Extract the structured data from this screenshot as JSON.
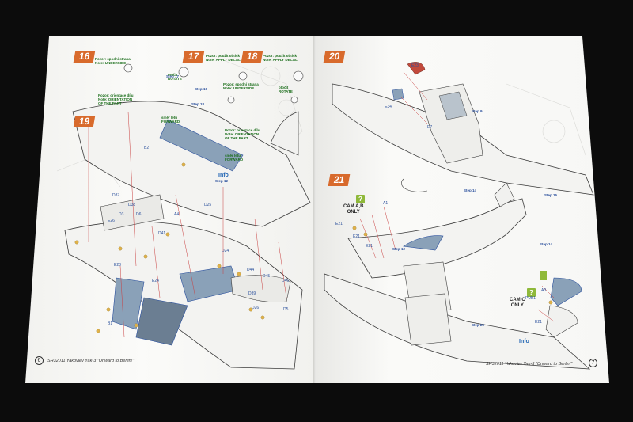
{
  "left_page": {
    "steps": {
      "s16": "16",
      "s17": "17",
      "s18": "18",
      "s19": "19"
    },
    "notes": {
      "upside_16": "Pozor: spodní strana\nNote: UNDERSIDE",
      "decal_17": "Pozor: použít obtisk\nNote: APPLY DECAL",
      "decal_18": "Pozor: použít obtisk\nNote: APPLY DECAL",
      "rotate_17": "otočit\nROTATE",
      "rotate_18": "otočit\nROTATE",
      "underside_17": "Pozor: spodní strana\nNote: UNDERSIDE",
      "orient_a": "Pozor: orientace dílu\nNote: ORIENTATION\nOF THE PART",
      "orient_b": "Pozor: orientace dílu\nNote: ORIENTATION\nOF THE PART",
      "forward_a": "směr letu\nFORWARD",
      "forward_b": "směr letu\nFORWARD"
    },
    "step_refs": {
      "a": "Step 17",
      "b": "Step 16",
      "c": "Step 18",
      "d": "Step 12"
    },
    "info": "Info",
    "parts": [
      "B2",
      "D37",
      "D38",
      "D3",
      "D6",
      "E26",
      "A4",
      "D25",
      "D41",
      "D24",
      "E28",
      "E24",
      "D44",
      "D45",
      "D39",
      "D5",
      "D26",
      "D46",
      "B1"
    ],
    "footer": "SH32011  Yakovlev Yak-3 \"Onward to Berlin!\"",
    "page_number": "6"
  },
  "right_page": {
    "steps": {
      "s20": "20",
      "s21": "21"
    },
    "step_refs": {
      "a": "Step 9",
      "b": "Step 14",
      "c": "Step 15",
      "d": "Step 14",
      "e": "Step 12",
      "f": "Step 20"
    },
    "cam_ab": "CAM A,B\nONLY",
    "cam_c": "CAM C\nONLY",
    "info": "Info",
    "parts": [
      "E23",
      "E34",
      "E7",
      "A1",
      "E21",
      "E21",
      "E21",
      "A3",
      "PUB1",
      "E21"
    ],
    "footer": "SH32011  Yakovlev Yak-3 \"Onward to Berlin!\"",
    "page_number": "7"
  },
  "colors": {
    "background": "#0c0c0c",
    "paper": "#f7f7f5",
    "step_orange": "#d86a2c",
    "note_green": "#1b6e1b",
    "label_blue": "#2a4f9c",
    "check_green": "#8fb93a",
    "part_fill": "#8aa1b8"
  }
}
